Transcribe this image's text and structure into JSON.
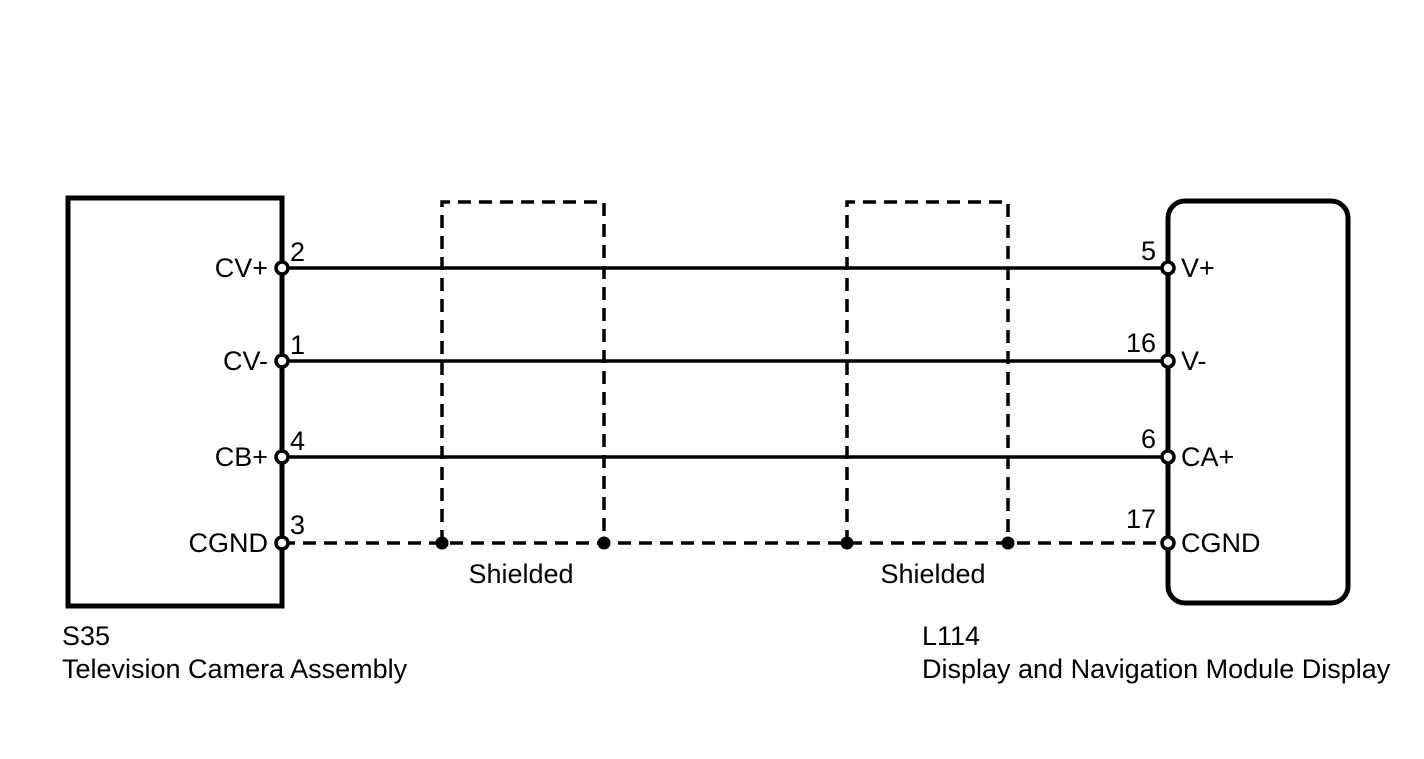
{
  "diagram": {
    "left_connector": {
      "code": "S35",
      "name": "Television Camera Assembly",
      "pins": [
        {
          "label": "CV+",
          "number": "2"
        },
        {
          "label": "CV-",
          "number": "1"
        },
        {
          "label": "CB+",
          "number": "4"
        },
        {
          "label": "CGND",
          "number": "3"
        }
      ]
    },
    "right_connector": {
      "code": "L114",
      "name": "Display and Navigation Module Display",
      "pins": [
        {
          "label": "V+",
          "number": "5"
        },
        {
          "label": "V-",
          "number": "16"
        },
        {
          "label": "CA+",
          "number": "6"
        },
        {
          "label": "CGND",
          "number": "17"
        }
      ]
    },
    "shield_labels": [
      "Shielded",
      "Shielded"
    ],
    "wires": [
      {
        "from_pin": "2",
        "from_label": "CV+",
        "to_pin": "5",
        "to_label": "V+",
        "style": "solid"
      },
      {
        "from_pin": "1",
        "from_label": "CV-",
        "to_pin": "16",
        "to_label": "V-",
        "style": "solid"
      },
      {
        "from_pin": "4",
        "from_label": "CB+",
        "to_pin": "6",
        "to_label": "CA+",
        "style": "solid"
      },
      {
        "from_pin": "3",
        "from_label": "CGND",
        "to_pin": "17",
        "to_label": "CGND",
        "style": "dashed"
      }
    ],
    "colors": {
      "line": "#000000",
      "background": "#ffffff"
    }
  }
}
